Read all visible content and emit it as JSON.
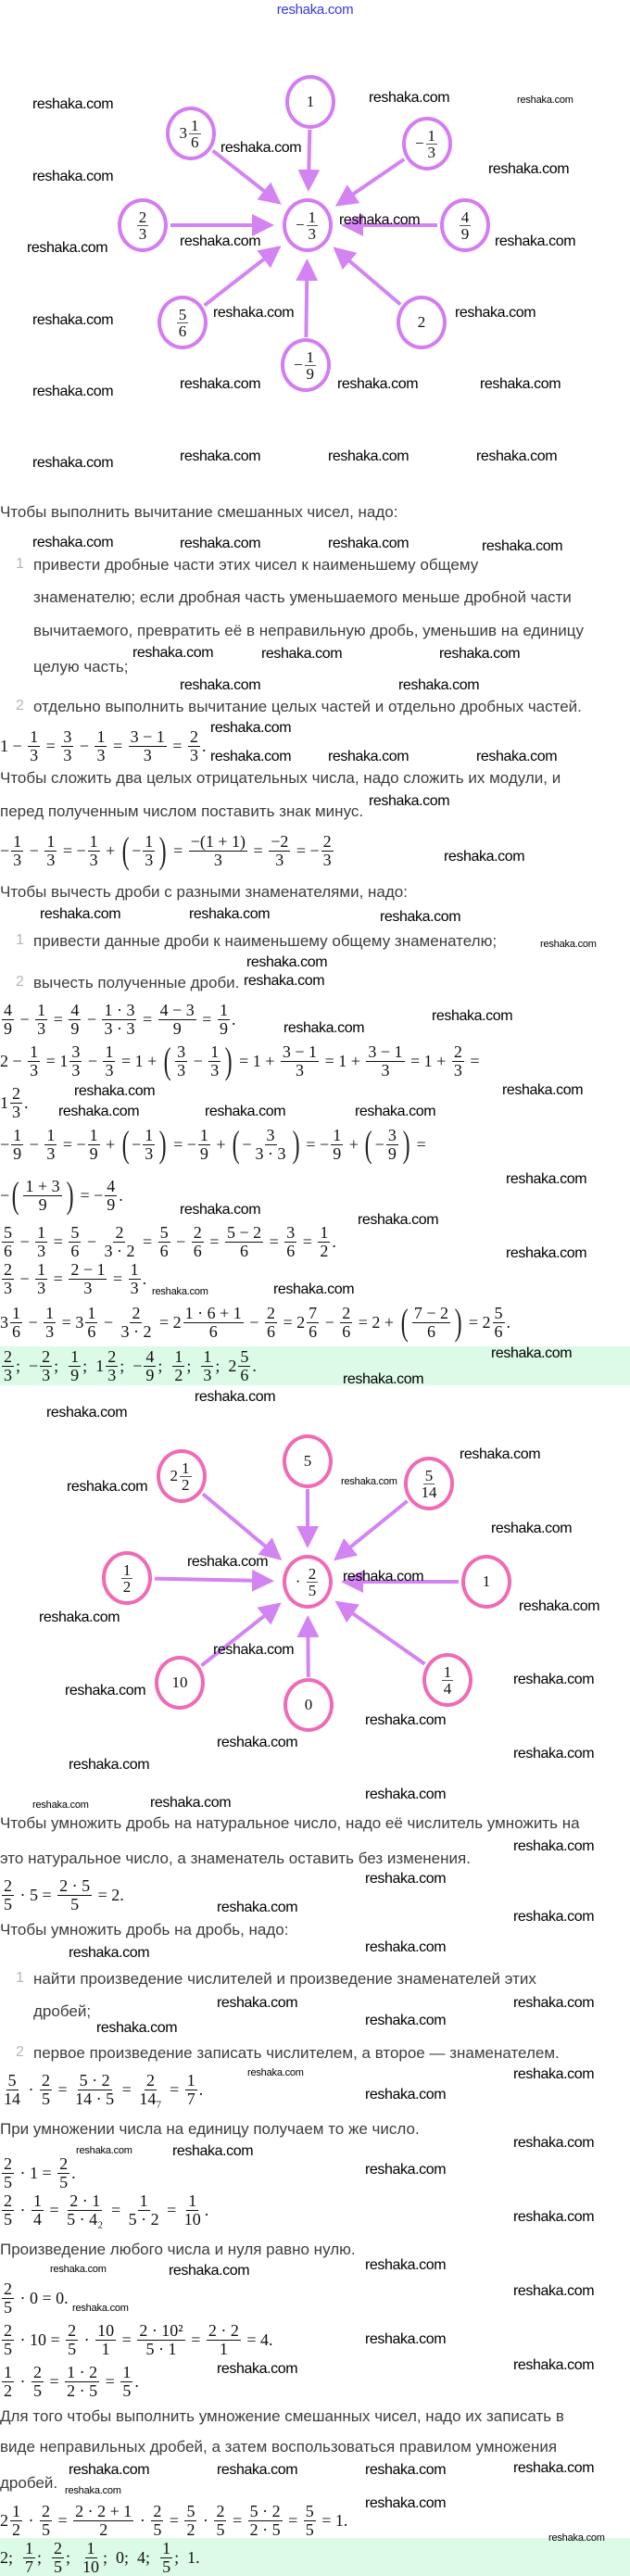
{
  "header": {
    "site_link": "reshaka.com"
  },
  "watermark": "reshaka.com",
  "colors": {
    "diagram1_node": "#d47cf2",
    "diagram2_node": "#f06ab6",
    "arrow": "#d484f2",
    "answer_band": "#dcfbe7",
    "link": "#3838e0"
  },
  "diagrams": [
    {
      "center": [
        "−",
        {
          "n": "1",
          "d": "3"
        }
      ],
      "nodes": [
        [
          "1"
        ],
        [
          {
            "m": "3",
            "n": "1",
            "d": "6"
          }
        ],
        [
          "−",
          {
            "n": "1",
            "d": "3"
          }
        ],
        [
          {
            "n": "2",
            "d": "3"
          }
        ],
        [
          {
            "n": "4",
            "d": "9"
          }
        ],
        [
          {
            "n": "5",
            "d": "6"
          }
        ],
        [
          "−",
          {
            "n": "1",
            "d": "9"
          }
        ],
        [
          "2"
        ]
      ]
    },
    {
      "center": [
        "· ",
        {
          "n": "2",
          "d": "5"
        }
      ],
      "nodes": [
        [
          "5"
        ],
        [
          {
            "m": "2",
            "n": "1",
            "d": "2"
          }
        ],
        [
          {
            "n": "5",
            "d": "14"
          }
        ],
        [
          {
            "n": "1",
            "d": "2"
          }
        ],
        [
          "1"
        ],
        [
          "10"
        ],
        [
          "0"
        ],
        [
          {
            "n": "1",
            "d": "4"
          }
        ]
      ]
    }
  ],
  "content": [
    {
      "type": "text",
      "text": "Чтобы выполнить вычитание смешанных чисел, надо:"
    },
    {
      "type": "li",
      "num": "1",
      "text": "привести дробные части этих чисел к наименьшему общему"
    },
    {
      "type": "cont",
      "text": "знаменателю; если дробная часть уменьшаемого меньше дробной части"
    },
    {
      "type": "cont",
      "text": "вычитаемого, превратить её в неправильную дробь, уменьшив на единицу"
    },
    {
      "type": "cont",
      "text": "целую часть;"
    },
    {
      "type": "li",
      "num": "2",
      "text": "отдельно выполнить вычитание целых частей и отдельно дробных частей."
    },
    {
      "type": "eq",
      "tokens": [
        "1 − ",
        {
          "n": "1",
          "d": "3"
        },
        " = ",
        {
          "n": "3",
          "d": "3"
        },
        " − ",
        {
          "n": "1",
          "d": "3"
        },
        " = ",
        {
          "n": "3 − 1",
          "d": "3"
        },
        " = ",
        {
          "n": "2",
          "d": "3"
        },
        "."
      ]
    },
    {
      "type": "text",
      "text": "Чтобы сложить два целых отрицательных числа, надо сложить их модули, и"
    },
    {
      "type": "text",
      "text": "перед полученным числом поставить знак минус."
    },
    {
      "type": "eq",
      "tokens": [
        "−",
        {
          "n": "1",
          "d": "3"
        },
        " − ",
        {
          "n": "1",
          "d": "3"
        },
        " = −",
        {
          "n": "1",
          "d": "3"
        },
        " + ",
        {
          "p": [
            "−",
            {
              "n": "1",
              "d": "3"
            }
          ]
        },
        " = ",
        {
          "n": "−(1 + 1)",
          "d": "3"
        },
        " = ",
        {
          "n": "−2",
          "d": "3"
        },
        " = −",
        {
          "n": "2",
          "d": "3"
        }
      ]
    },
    {
      "type": "text",
      "text": "Чтобы вычесть дроби с разными знаменателями, надо:"
    },
    {
      "type": "li",
      "num": "1",
      "text": "привести данные дроби к наименьшему общему знаменателю;"
    },
    {
      "type": "li",
      "num": "2",
      "text": "вычесть полученные дроби."
    },
    {
      "type": "eq",
      "tokens": [
        {
          "n": "4",
          "d": "9"
        },
        " − ",
        {
          "n": "1",
          "d": "3"
        },
        " = ",
        {
          "n": "4",
          "d": "9"
        },
        " − ",
        {
          "n": "1 · 3",
          "d": "3 · 3"
        },
        " = ",
        {
          "n": "4 − 3",
          "d": "9"
        },
        " = ",
        {
          "n": "1",
          "d": "9"
        },
        "."
      ]
    },
    {
      "type": "eq",
      "tokens": [
        "2 − ",
        {
          "n": "1",
          "d": "3"
        },
        " = ",
        {
          "m": "1",
          "n": "3",
          "d": "3"
        },
        " − ",
        {
          "n": "1",
          "d": "3"
        },
        " = 1 + ",
        {
          "p": [
            {
              "n": "3",
              "d": "3"
            },
            " − ",
            {
              "n": "1",
              "d": "3"
            }
          ]
        },
        " = 1 + ",
        {
          "n": "3 − 1",
          "d": "3"
        },
        " = 1 + ",
        {
          "n": "3 − 1",
          "d": "3"
        },
        " = 1 + ",
        {
          "n": "2",
          "d": "3"
        },
        " ="
      ]
    },
    {
      "type": "eq",
      "tokens": [
        {
          "m": "1",
          "n": "2",
          "d": "3"
        },
        "."
      ]
    },
    {
      "type": "eq",
      "tokens": [
        "−",
        {
          "n": "1",
          "d": "9"
        },
        " − ",
        {
          "n": "1",
          "d": "3"
        },
        " = −",
        {
          "n": "1",
          "d": "9"
        },
        " + ",
        {
          "p": [
            "−",
            {
              "n": "1",
              "d": "3"
            }
          ]
        },
        " = −",
        {
          "n": "1",
          "d": "9"
        },
        " + ",
        {
          "p": [
            "−",
            {
              "n": "3",
              "d": "3 · 3"
            }
          ]
        },
        " = −",
        {
          "n": "1",
          "d": "9"
        },
        " + ",
        {
          "p": [
            "−",
            {
              "n": "3",
              "d": "9"
            }
          ]
        },
        " ="
      ]
    },
    {
      "type": "eq",
      "tokens": [
        "−",
        {
          "p": [
            {
              "n": "1 + 3",
              "d": "9"
            }
          ]
        },
        " = −",
        {
          "n": "4",
          "d": "9"
        },
        "."
      ]
    },
    {
      "type": "eq",
      "tokens": [
        {
          "n": "5",
          "d": "6"
        },
        " − ",
        {
          "n": "1",
          "d": "3"
        },
        " = ",
        {
          "n": "5",
          "d": "6"
        },
        " − ",
        {
          "n": "2",
          "d": "3 · 2"
        },
        " = ",
        {
          "n": "5",
          "d": "6"
        },
        " − ",
        {
          "n": "2",
          "d": "6"
        },
        " = ",
        {
          "n": "5 − 2",
          "d": "6"
        },
        " = ",
        {
          "n": "3",
          "d": "6"
        },
        " = ",
        {
          "n": "1",
          "d": "2"
        },
        "."
      ]
    },
    {
      "type": "eq",
      "tokens": [
        {
          "n": "2",
          "d": "3"
        },
        " − ",
        {
          "n": "1",
          "d": "3"
        },
        " = ",
        {
          "n": "2 − 1",
          "d": "3"
        },
        " = ",
        {
          "n": "1",
          "d": "3"
        },
        "."
      ]
    },
    {
      "type": "eq",
      "tokens": [
        {
          "m": "3",
          "n": "1",
          "d": "6"
        },
        " − ",
        {
          "n": "1",
          "d": "3"
        },
        " = ",
        {
          "m": "3",
          "n": "1",
          "d": "6"
        },
        " − ",
        {
          "n": "2",
          "d": "3 · 2"
        },
        " = ",
        {
          "m": "2",
          "n": "1 · 6 + 1",
          "d": "6"
        },
        " − ",
        {
          "n": "2",
          "d": "6"
        },
        " = ",
        {
          "m": "2",
          "n": "7",
          "d": "6"
        },
        " − ",
        {
          "n": "2",
          "d": "6"
        },
        " = 2 + ",
        {
          "p": [
            {
              "n": "7 − 2",
              "d": "6"
            }
          ]
        },
        " = ",
        {
          "m": "2",
          "n": "5",
          "d": "6"
        },
        "."
      ]
    },
    {
      "type": "answer",
      "tokens": [
        {
          "n": "2",
          "d": "3"
        },
        ";  −",
        {
          "n": "2",
          "d": "3"
        },
        ";  ",
        {
          "n": "1",
          "d": "9"
        },
        ";  ",
        {
          "m": "1",
          "n": "2",
          "d": "3"
        },
        ";  −",
        {
          "n": "4",
          "d": "9"
        },
        ";  ",
        {
          "n": "1",
          "d": "2"
        },
        ";  ",
        {
          "n": "1",
          "d": "3"
        },
        ";  ",
        {
          "m": "2",
          "n": "5",
          "d": "6"
        },
        "."
      ]
    },
    {
      "type": "text",
      "text": "Чтобы умножить дробь на натуральное число, надо её числитель умножить на"
    },
    {
      "type": "text",
      "text": "это натуральное число, а знаменатель оставить без изменения."
    },
    {
      "type": "eq",
      "tokens": [
        {
          "n": "2",
          "d": "5"
        },
        " · 5 = ",
        {
          "n": "2 · 5",
          "d": "5"
        },
        " = 2."
      ]
    },
    {
      "type": "text",
      "text": "Чтобы умножить дробь на дробь, надо:"
    },
    {
      "type": "li",
      "num": "1",
      "text": "найти произведение числителей и произведение знаменателей этих"
    },
    {
      "type": "cont",
      "text": "дробей;"
    },
    {
      "type": "li",
      "num": "2",
      "text": "первое произведение записать числителем, а второе — знаменателем."
    },
    {
      "type": "eq",
      "tokens": [
        {
          "n": "5",
          "d": "14"
        },
        " · ",
        {
          "n": "2",
          "d": "5"
        },
        " = ",
        {
          "n": "5 · 2",
          "d": "14 · 5"
        },
        " = ",
        {
          "n": "2",
          "d": "14₇"
        },
        " = ",
        {
          "n": "1",
          "d": "7"
        },
        "."
      ]
    },
    {
      "type": "text",
      "text": "При умножении числа на единицу получаем то же число."
    },
    {
      "type": "eq",
      "tokens": [
        {
          "n": "2",
          "d": "5"
        },
        " · 1 = ",
        {
          "n": "2",
          "d": "5"
        },
        "."
      ]
    },
    {
      "type": "eq",
      "tokens": [
        {
          "n": "2",
          "d": "5"
        },
        " · ",
        {
          "n": "1",
          "d": "4"
        },
        " = ",
        {
          "n": "2 · 1",
          "d": "5 · 4₂"
        },
        " = ",
        {
          "n": "1",
          "d": "5 · 2"
        },
        " = ",
        {
          "n": "1",
          "d": "10"
        },
        "."
      ]
    },
    {
      "type": "text",
      "text": "Произведение любого числа и нуля равно нулю."
    },
    {
      "type": "eq",
      "tokens": [
        {
          "n": "2",
          "d": "5"
        },
        " · 0 = 0."
      ]
    },
    {
      "type": "eq",
      "tokens": [
        {
          "n": "2",
          "d": "5"
        },
        " · 10 = ",
        {
          "n": "2",
          "d": "5"
        },
        " · ",
        {
          "n": "10",
          "d": "1"
        },
        " = ",
        {
          "n": "2 · 10²",
          "d": "5 · 1"
        },
        " = ",
        {
          "n": "2 · 2",
          "d": "1"
        },
        " = 4."
      ]
    },
    {
      "type": "eq",
      "tokens": [
        {
          "n": "1",
          "d": "2"
        },
        " · ",
        {
          "n": "2",
          "d": "5"
        },
        " = ",
        {
          "n": "1 · 2",
          "d": "2 · 5"
        },
        " = ",
        {
          "n": "1",
          "d": "5"
        },
        "."
      ]
    },
    {
      "type": "text",
      "text": "Для того чтобы выполнить умножение смешанных чисел, надо их записать в"
    },
    {
      "type": "text",
      "text": "виде неправильных дробей, а затем воспользоваться правилом умножения"
    },
    {
      "type": "text",
      "text": "дробей."
    },
    {
      "type": "eq",
      "tokens": [
        {
          "m": "2",
          "n": "1",
          "d": "2"
        },
        " · ",
        {
          "n": "2",
          "d": "5"
        },
        " = ",
        {
          "n": "2 · 2 + 1",
          "d": "2"
        },
        " · ",
        {
          "n": "2",
          "d": "5"
        },
        " = ",
        {
          "n": "5",
          "d": "2"
        },
        " · ",
        {
          "n": "2",
          "d": "5"
        },
        " = ",
        {
          "n": "5 · 2",
          "d": "2 · 5"
        },
        " = ",
        {
          "n": "5",
          "d": "5"
        },
        " = 1."
      ]
    },
    {
      "type": "answer",
      "tokens": [
        "2;  ",
        {
          "n": "1",
          "d": "7"
        },
        ";  ",
        {
          "n": "2",
          "d": "5"
        },
        ";  ",
        {
          "n": "1",
          "d": "10"
        },
        ";  0;  4;  ",
        {
          "n": "1",
          "d": "5"
        },
        ";  1."
      ]
    }
  ]
}
